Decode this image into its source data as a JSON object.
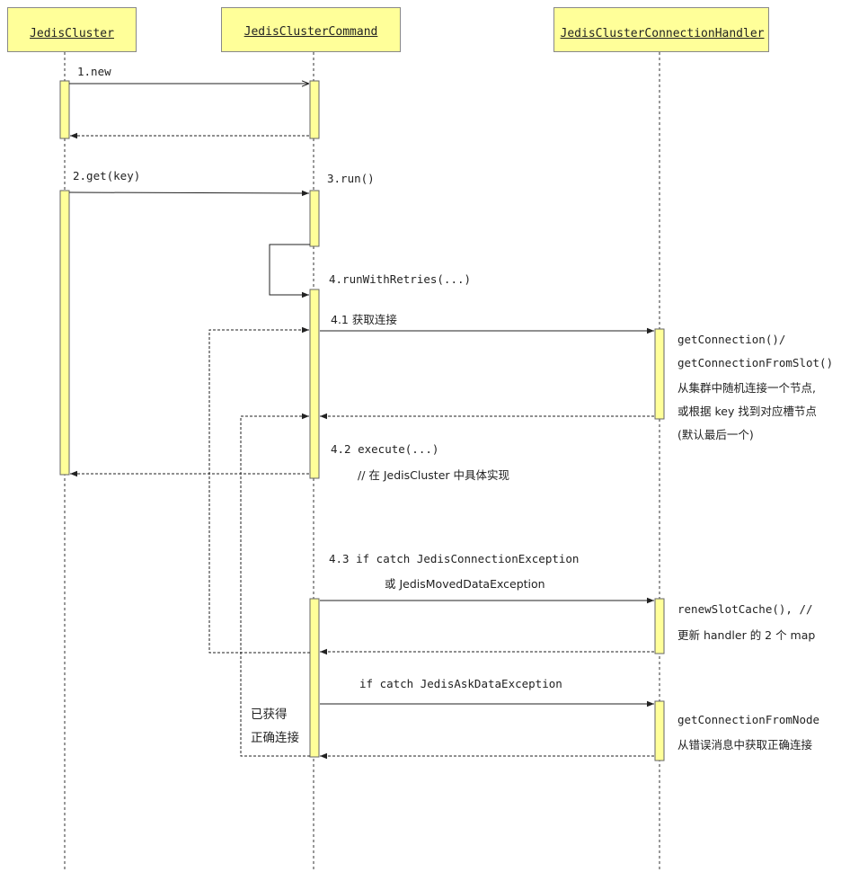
{
  "actors": [
    {
      "name": "JedisCluster"
    },
    {
      "name": "JedisClusterCommand"
    },
    {
      "name": "JedisClusterConnectionHandler"
    }
  ],
  "messages": {
    "m1": "1.new",
    "m2": "2.get(key)",
    "m3": "3.run()",
    "m4": "4.runWithRetries(...)",
    "m41": "4.1 获取连接",
    "m42": "4.2 execute(...)",
    "m42_comment": "// 在 JedisCluster 中具体实现",
    "m43_line1": "4.3 if catch JedisConnectionException",
    "m43_line2": "或 JedisMovedDataException",
    "ask": "if catch JedisAskDataException"
  },
  "notes": {
    "conn_lines": [
      "getConnection()/",
      "getConnectionFromSlot()",
      "从集群中随机连接一个节点,",
      "或根据 key 找到对应槽节点",
      "(默认最后一个)"
    ],
    "renew_lines": [
      "renewSlotCache(), //",
      "更新 handler 的 2 个 map"
    ],
    "node_lines": [
      "getConnectionFromNode",
      "从错误消息中获取正确连接"
    ],
    "loop_label_lines": [
      "已获得",
      "正确连接"
    ]
  },
  "colors": {
    "actor_fill": "#ffff99",
    "activation_fill": "#ffff99",
    "line": "#222222",
    "border": "#888888"
  }
}
